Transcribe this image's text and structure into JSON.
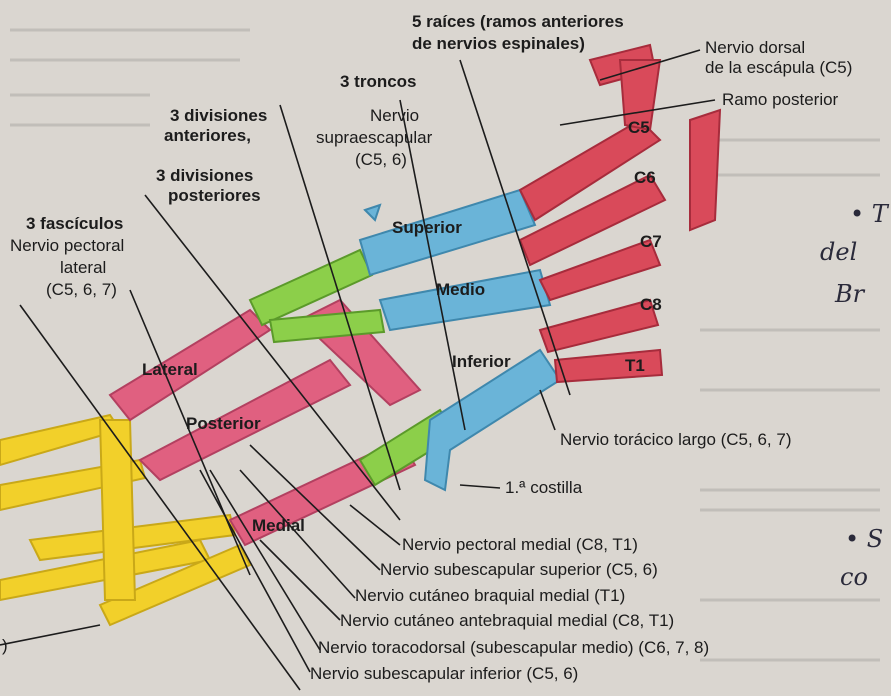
{
  "header": {
    "roots_title": "5 raíces (ramos anteriores",
    "roots_title2": "de nervios espinales)",
    "trunks_title": "3 troncos",
    "divisions_title1": "3 divisiones",
    "divisions_title2": "anteriores,",
    "divisions_title3": "3 divisiones",
    "divisions_title4": "posteriores",
    "cords_title": "3 fascículos"
  },
  "labels": {
    "dorsal_scapular1": "Nervio dorsal",
    "dorsal_scapular2": "de la escápula (C5)",
    "posterior_branch": "Ramo posterior",
    "suprascapular1": "Nervio",
    "suprascapular2": "supraescapular",
    "suprascapular3": "(C5, 6)",
    "lateral_pectoral1": "Nervio pectoral",
    "lateral_pectoral2": "lateral",
    "lateral_pectoral3": "(C5, 6, 7)",
    "long_thoracic": "Nervio torácico largo (C5, 6, 7)",
    "first_rib": "1.ª costilla",
    "medial_pectoral": "Nervio pectoral medial (C8, T1)",
    "upper_subscapular": "Nervio subescapular superior (C5, 6)",
    "medial_brachial_cutaneous": "Nervio cutáneo braquial medial (T1)",
    "medial_antebrachial_cutaneous": "Nervio cutáneo antebraquial medial (C8, T1)",
    "thoracodorsal": "Nervio toracodorsal (subescapular medio) (C6, 7, 8)",
    "lower_subscapular": "Nervio subescapular inferior (C5, 6)",
    "left_paren": ")"
  },
  "roots": [
    "C5",
    "C6",
    "C7",
    "C8",
    "T1"
  ],
  "trunks": [
    "Superior",
    "Medio",
    "Inferior"
  ],
  "cords": [
    "Lateral",
    "Posterior",
    "Medial"
  ],
  "handwriting": {
    "note1_a": "• T",
    "note1_b": "del",
    "note1_c": "Br",
    "note2_a": "• S",
    "note2_b": "co"
  },
  "colors": {
    "roots": "#d94a5a",
    "trunks": "#6ab4d8",
    "divisions": "#8ccf4a",
    "cords": "#e06080",
    "branches": "#f2d02a",
    "paper": "#dad6d0"
  }
}
